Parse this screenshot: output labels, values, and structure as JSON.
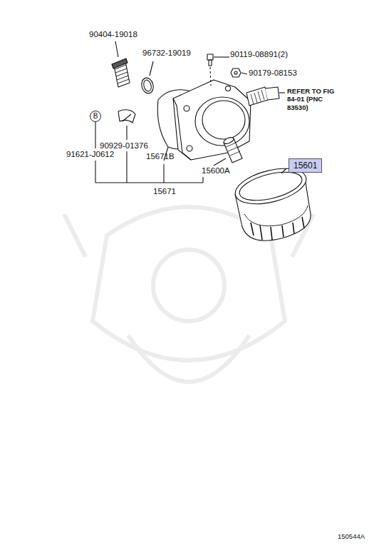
{
  "diagram": {
    "nodes": [
      {
        "text": [
          "B"
        ]
      },
      {
        "text": [
          "15601"
        ]
      }
    ],
    "labels": [
      "90404-19018",
      "96732-19019",
      "90119-08891(2)",
      "90179-08153",
      "REFER TO FIG 84-01 (PNC 83530)",
      "90929-01376",
      "91621-J0612",
      "15671B",
      "15600A",
      "15671",
      "150544A"
    ]
  }
}
